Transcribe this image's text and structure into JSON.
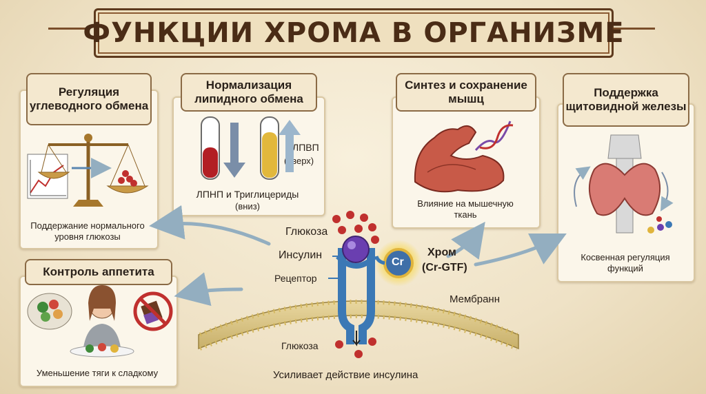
{
  "title": "ФУНКЦИИ ХРОМА В ОРГАНИЗМЕ",
  "cards": {
    "carb": {
      "heading": "Регуляция углеводного обмена",
      "caption": "Поддержание нормального уровня глюкозы"
    },
    "lipid": {
      "heading": "Нормализация липидного обмена",
      "hdl": "ЛПВП",
      "hdl_dir": "(вверх)",
      "ldl": "ЛПНП и Триглицериды",
      "ldl_dir": "(вниз)"
    },
    "muscle": {
      "heading": "Синтез и сохранение мышц",
      "caption": "Влияние на мышечную ткань"
    },
    "thyroid": {
      "heading": "Поддержка щитовидной железы",
      "caption": "Косвенная регуляция функций"
    },
    "appetite": {
      "heading": "Контроль аппетита",
      "caption": "Уменьшение тяги к сладкому"
    }
  },
  "center": {
    "glucose_top": "Глюкоза",
    "insulin": "Инсулин",
    "receptor": "Рецептор",
    "chromium_symbol": "Cr",
    "chromium": "Хром",
    "chromium_form": "(Cr-GTF)",
    "membrane": "Мембранн",
    "glucose_bottom": "Глюкоза",
    "effect": "Усиливает действие инсулина"
  },
  "colors": {
    "brown": "#5e3a1e",
    "blue": "#3b78b5",
    "purple": "#6a3fb0",
    "glucose_red": "#c0302e",
    "gold": "#e0b43c",
    "arrow_blue": "#93aec0"
  }
}
